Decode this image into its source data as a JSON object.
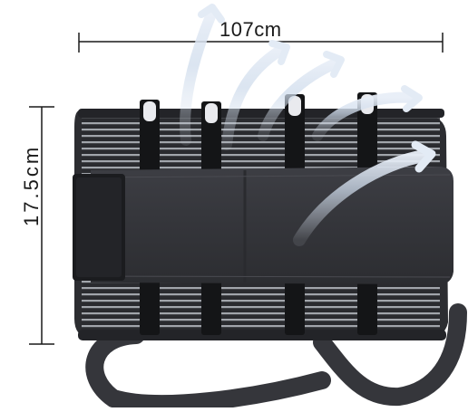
{
  "dimensions": {
    "width_label": "107cm",
    "height_label": "17.5cm"
  },
  "product": {
    "icon": "back-support-belt",
    "airflow_icon": "airflow-arrows-icon"
  },
  "colors": {
    "belt_dark": "#2b2c30",
    "belt_mid": "#3a3b40",
    "stripe": "#c9ccd2",
    "airflow": "#c9d7ea",
    "line": "#1a1a1a"
  }
}
